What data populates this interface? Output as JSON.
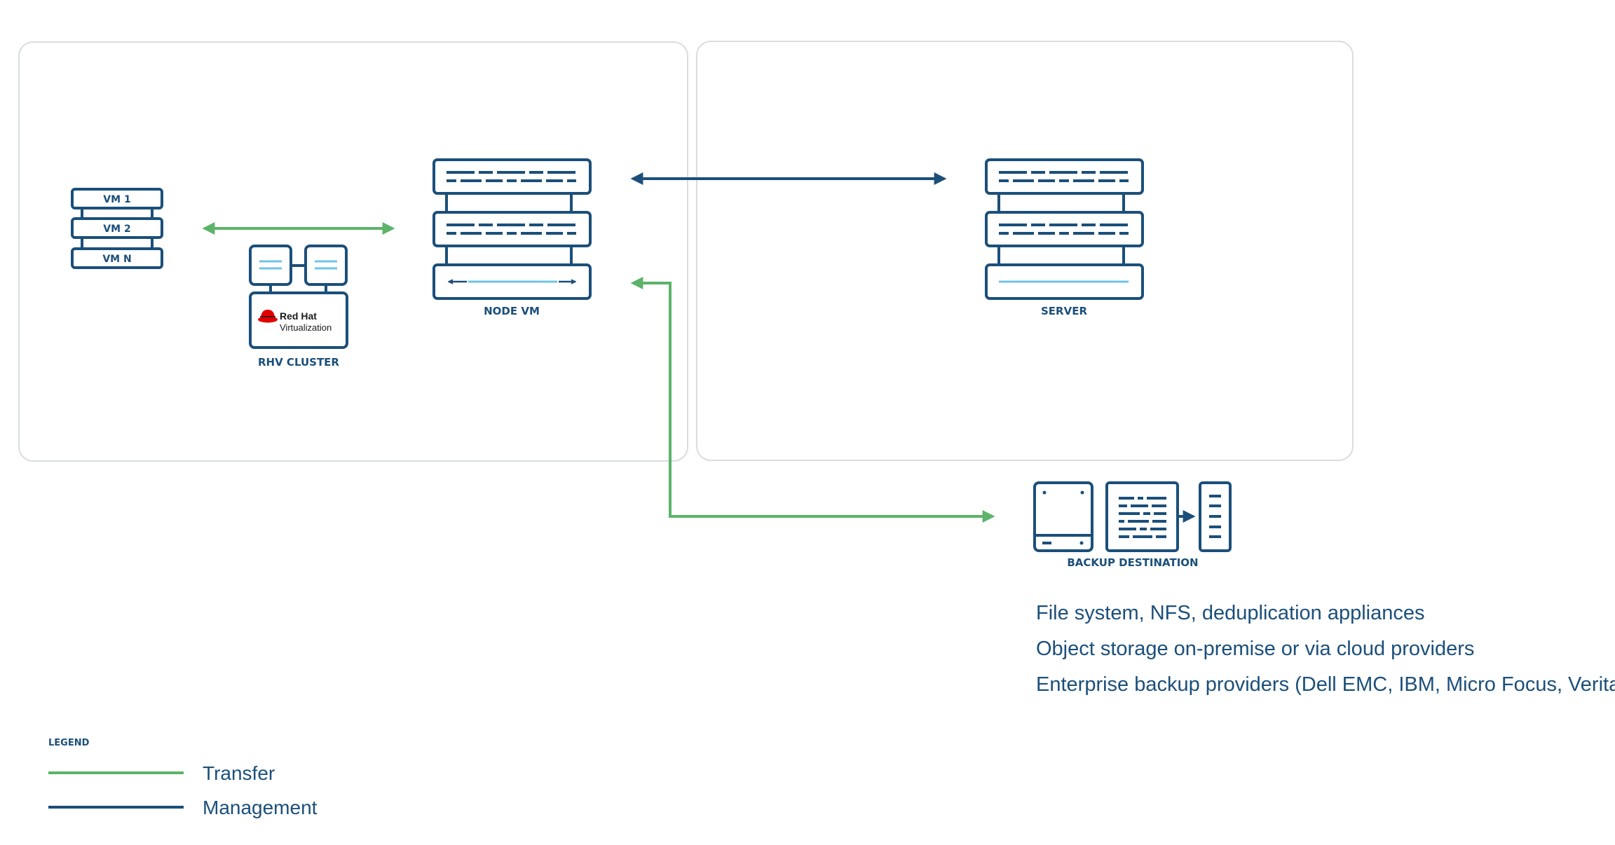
{
  "nodes": {
    "vms": {
      "labels": [
        "VM 1",
        "VM 2",
        "VM N"
      ]
    },
    "rhv_cluster": {
      "label": "RHV CLUSTER",
      "logo_line1": "Red Hat",
      "logo_line2": "Virtualization"
    },
    "node_vm": {
      "label": "NODE VM"
    },
    "server": {
      "label": "SERVER"
    },
    "backup_destination": {
      "label": "BACKUP DESTINATION",
      "description": [
        "File system, NFS, deduplication appliances",
        "Object storage on-premise or via cloud providers",
        "Enterprise backup providers (Dell EMC, IBM, Micro Focus, Veritas)"
      ]
    }
  },
  "legend": {
    "title": "LEGEND",
    "items": [
      {
        "label": "Transfer",
        "color": "#5db36a"
      },
      {
        "label": "Management",
        "color": "#1b4f7a"
      }
    ]
  },
  "colors": {
    "navy": "#1b4f7a",
    "green": "#5db36a",
    "light_blue": "#6ec4e6",
    "panel_border": "#d9dde0",
    "red_hat": "#e00000"
  },
  "edges": [
    {
      "from": "vms",
      "to": "node_vm",
      "type": "Transfer",
      "bidirectional": true
    },
    {
      "from": "node_vm",
      "to": "server",
      "type": "Management",
      "bidirectional": true
    },
    {
      "from": "node_vm",
      "to": "backup_destination",
      "type": "Transfer",
      "bidirectional": true
    }
  ]
}
